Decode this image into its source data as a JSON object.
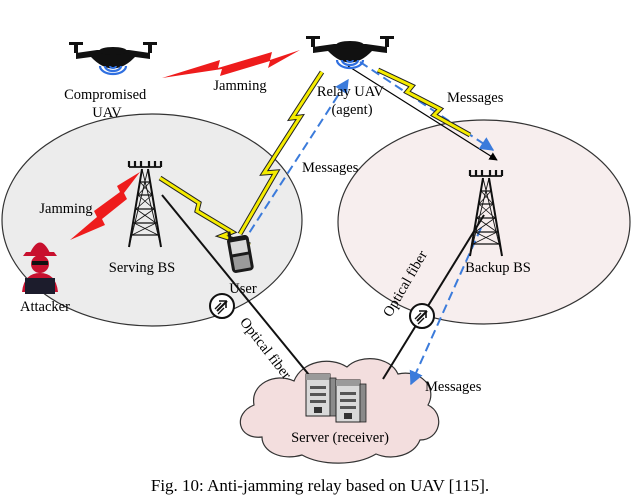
{
  "labels": {
    "compromised_uav": [
      "Compromised",
      "UAV"
    ],
    "jamming_top": "Jamming",
    "relay_uav": [
      "Relay UAV",
      "(agent)"
    ],
    "messages_relay_backup": "Messages",
    "messages_user_relay": "Messages",
    "jamming_left": "Jamming",
    "serving_bs": "Serving BS",
    "user": "User",
    "attacker": "Attacker",
    "backup_bs": "Backup BS",
    "optical_fiber_left": "Optical fiber",
    "optical_fiber_right": "Optical fiber",
    "messages_server": "Messages",
    "server": "Server (receiver)"
  },
  "caption": "Fig. 10: Anti-jamming relay based on UAV [115].",
  "colors": {
    "cell_fill": "#ececec",
    "backup_cell_fill": "#f7eeee",
    "cloud_fill": "#f3dede",
    "jamming": "#ee1c1c",
    "data_link": "#f5ec00",
    "messages_arrow": "#3b7bdb",
    "wifi": "#2f6fe0",
    "attacker": "#c8102e"
  },
  "icons": [
    "drone-icon",
    "wifi-signal-icon",
    "bs-tower-icon",
    "phone-icon",
    "attacker-icon",
    "fiber-transceiver-icon",
    "server-icon"
  ]
}
